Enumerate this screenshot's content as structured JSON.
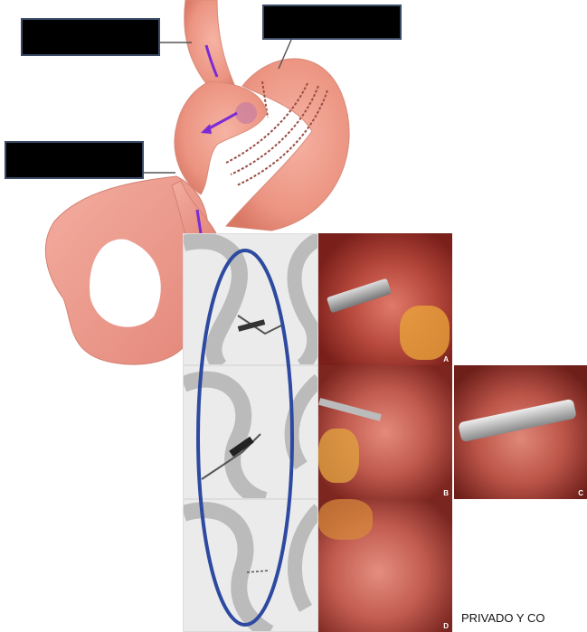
{
  "photos": [
    {
      "letter": "A"
    },
    {
      "letter": "B"
    },
    {
      "letter": "C"
    },
    {
      "letter": "D"
    }
  ],
  "footer": {
    "text": "PRIVADO Y CO"
  },
  "colors": {
    "stomach": "#f1a28f",
    "intestine": "#ee9a8c",
    "arrow": "#7b2bd6",
    "ellipse": "#2d4aa0",
    "redaction": "#000000"
  }
}
